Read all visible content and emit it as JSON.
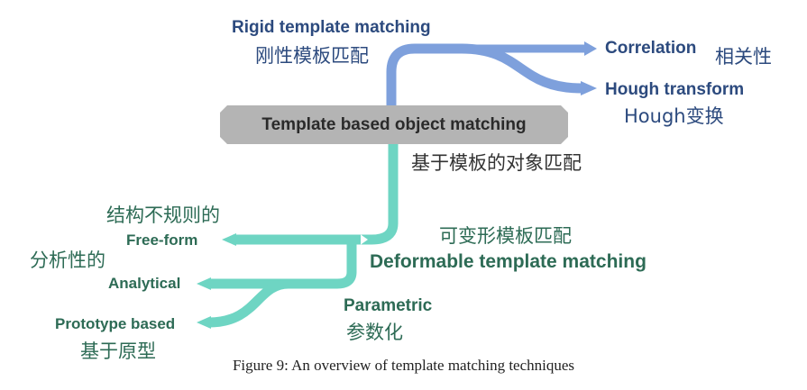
{
  "center": {
    "title": "Template based object matching",
    "subtitle_cn": "基于模板的对象匹配"
  },
  "rigid": {
    "title": "Rigid template matching",
    "title_cn": "刚性模板匹配",
    "children": [
      {
        "label": "Correlation",
        "label_cn": "相关性"
      },
      {
        "label": "Hough transform",
        "label_cn": "Hough变换"
      }
    ]
  },
  "deformable": {
    "title": "Deformable template matching",
    "title_cn": "可变形模板匹配",
    "free_form": {
      "label": "Free-form",
      "label_cn": "结构不规则的"
    },
    "parametric": {
      "label": "Parametric",
      "label_cn": "参数化",
      "children": [
        {
          "label": "Analytical",
          "label_cn": "分析性的"
        },
        {
          "label": "Prototype based",
          "label_cn": "基于原型"
        }
      ]
    }
  },
  "caption": "Figure 9:  An overview of template matching techniques",
  "colors": {
    "blue_branch": "#7ea0dc",
    "teal_branch": "#6ed5c3",
    "center_box": "#b4b4b4",
    "blue_text": "#2c4a7e",
    "green_text": "#2d6b55"
  }
}
